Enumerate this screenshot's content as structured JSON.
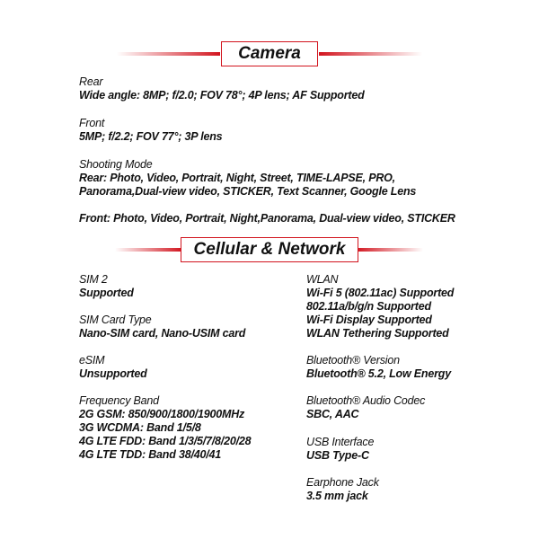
{
  "camera": {
    "header": "Camera",
    "rear_title": "Rear",
    "rear_value": "Wide angle: 8MP; f/2.0; FOV 78°; 4P lens; AF Supported",
    "front_title": "Front",
    "front_value": "5MP; f/2.2; FOV 77°; 3P lens",
    "shooting_title": "Shooting Mode",
    "shooting_rear_1": "Rear: Photo, Video, Portrait, Night, Street, TIME-LAPSE, PRO,",
    "shooting_rear_2": "Panorama,Dual-view video, STICKER, Text Scanner, Google Lens",
    "shooting_front": "Front: Photo, Video, Portrait, Night,Panorama, Dual-view video, STICKER"
  },
  "network": {
    "header": "Cellular & Network",
    "left": [
      {
        "title": "SIM 2",
        "values": [
          "Supported"
        ]
      },
      {
        "title": "SIM Card Type",
        "values": [
          "Nano-SIM card, Nano-USIM card"
        ]
      },
      {
        "title": "eSIM",
        "values": [
          "Unsupported"
        ]
      },
      {
        "title": "Frequency Band",
        "values": [
          "2G GSM: 850/900/1800/1900MHz",
          "3G WCDMA: Band 1/5/8",
          "4G LTE FDD: Band 1/3/5/7/8/20/28",
          "4G LTE TDD: Band 38/40/41"
        ]
      }
    ],
    "right": [
      {
        "title": "WLAN",
        "values": [
          "Wi-Fi 5 (802.11ac) Supported",
          "802.11a/b/g/n Supported",
          "Wi-Fi Display Supported",
          "WLAN Tethering Supported"
        ]
      },
      {
        "title": "Bluetooth® Version",
        "values": [
          "Bluetooth® 5.2, Low Energy"
        ]
      },
      {
        "title": "Bluetooth® Audio Codec",
        "values": [
          "SBC, AAC"
        ]
      },
      {
        "title": "USB Interface",
        "values": [
          "USB Type-C"
        ]
      },
      {
        "title": "Earphone Jack",
        "values": [
          "3.5 mm jack"
        ]
      }
    ]
  }
}
